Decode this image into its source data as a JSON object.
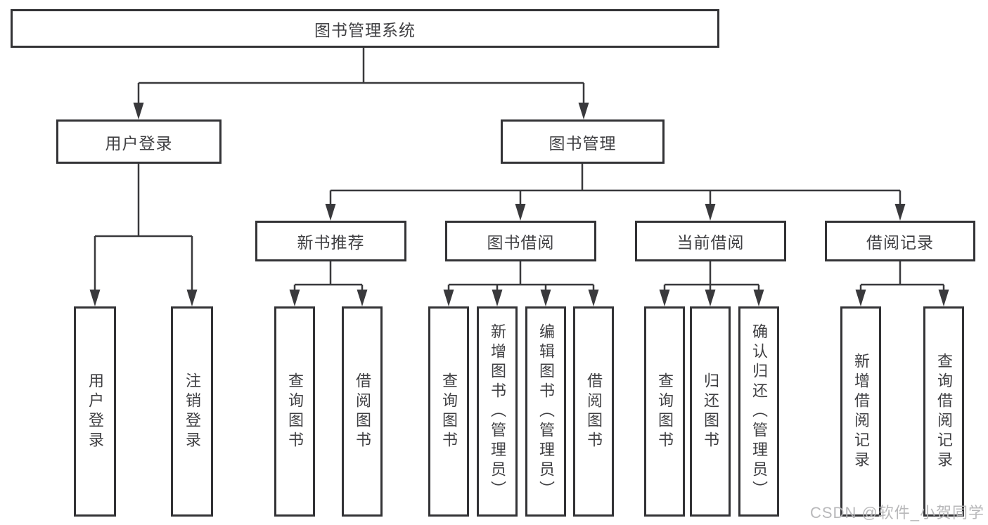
{
  "diagram": {
    "type": "tree",
    "colors": {
      "line": "#39393c",
      "box_border": "#333336",
      "box_fill": "#ffffff",
      "text": "#404043",
      "watermark": "#b4b4b6",
      "background": "#ffffff"
    },
    "tree": {
      "root": "图书管理系统",
      "children": [
        {
          "label": "用户登录",
          "children": [
            "用户登录",
            "注销登录"
          ]
        },
        {
          "label": "图书管理",
          "children": [
            {
              "label": "新书推荐",
              "children": [
                "查询图书",
                "借阅图书"
              ]
            },
            {
              "label": "图书借阅",
              "children": [
                "查询图书",
                "新增图书（管理员）",
                "编辑图书（管理员）",
                "借阅图书"
              ]
            },
            {
              "label": "当前借阅",
              "children": [
                "查询图书",
                "归还图书",
                "确认归还（管理员）"
              ]
            },
            {
              "label": "借阅记录",
              "children": [
                "新增借阅记录",
                "查询借阅记录"
              ]
            }
          ]
        }
      ]
    },
    "watermark": "CSDN @软件_小贺同学"
  }
}
